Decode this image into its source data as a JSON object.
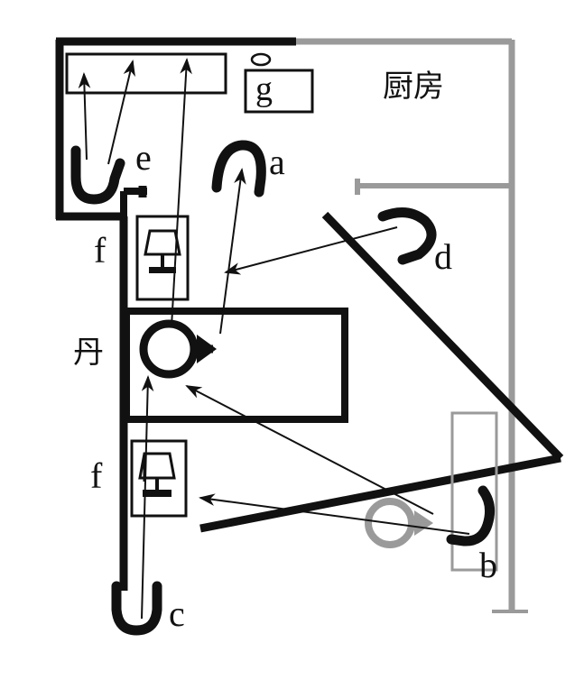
{
  "diagram": {
    "type": "floor-plan",
    "title_text_zh": "厨房",
    "title_text_meaning_label": "厨房",
    "room_label_zh": "丹",
    "colors": {
      "wall_black": "#111111",
      "wall_gray": "#9a9a9a",
      "fixture_black": "#111111",
      "fixture_gray": "#9a9a9a",
      "background": "#ffffff",
      "arrow": "#111111"
    }
  },
  "labels": {
    "kitchen": "厨房",
    "room_dan": "丹",
    "a": "a",
    "b": "b",
    "c": "c",
    "d": "d",
    "e": "e",
    "f_upper": "f",
    "f_lower": "f",
    "g": "g"
  },
  "fixtures": [
    {
      "id": "counter-top-left",
      "kind": "rectangle-outline",
      "note": "long narrow rectangle along top-left wall"
    },
    {
      "id": "appliance-g-box",
      "kind": "rectangle-outline",
      "note": "box containing label g with small ellipse above"
    },
    {
      "id": "lamp-box-upper",
      "kind": "lamp-symbol-box",
      "note": "boxed lamp icon, upper"
    },
    {
      "id": "lamp-box-lower",
      "kind": "lamp-symbol-box",
      "note": "boxed lamp icon, lower"
    },
    {
      "id": "person-black",
      "kind": "circle-with-arrow",
      "note": "black circle with right-pointing arrow inside room 丹"
    },
    {
      "id": "person-gray",
      "kind": "circle-with-arrow",
      "note": "gray circle with right-pointing arrow near label b"
    },
    {
      "id": "door-gray-rect",
      "kind": "rectangle-outline-gray",
      "note": "gray open rectangle near label b"
    },
    {
      "id": "hook-e",
      "kind": "u-hook",
      "note": "thick U hook near label e"
    },
    {
      "id": "hook-a",
      "kind": "n-hook",
      "note": "thick inverted-U hook near label a"
    },
    {
      "id": "hook-c",
      "kind": "u-hook",
      "note": "thick U hook at bottom near label c"
    },
    {
      "id": "hook-d",
      "kind": "n-hook",
      "note": "thick hook near label d"
    },
    {
      "id": "hook-b",
      "kind": "j-hook",
      "note": "thick J hook near label b"
    }
  ],
  "arrows": [
    {
      "id": "arrow-1",
      "from": "hook-e-area",
      "to": "counter-top-left",
      "note": "short vertical arrow up into counter"
    },
    {
      "id": "arrow-2",
      "from": "hook-e-area",
      "to": "counter-top-left",
      "note": "diagonal arrow up-right into counter"
    },
    {
      "id": "arrow-3",
      "from": "person-black",
      "to": "counter-top-left",
      "note": "long diagonal arrow up into counter"
    },
    {
      "id": "arrow-4",
      "from": "room-dan",
      "to": "hook-a",
      "note": "arrow up-right to hook a"
    },
    {
      "id": "arrow-5",
      "from": "hook-d-area",
      "to": "lamp-box-upper",
      "note": "arrow left toward upper lamp box"
    },
    {
      "id": "arrow-6",
      "from": "person-gray",
      "to": "person-black",
      "note": "long arrow up-left into room"
    },
    {
      "id": "arrow-7",
      "from": "person-gray",
      "to": "lamp-box-lower",
      "note": "arrow left toward lower lamp box"
    },
    {
      "id": "arrow-8",
      "from": "hook-c",
      "to": "person-black",
      "note": "vertical arrow up from hook c"
    }
  ]
}
